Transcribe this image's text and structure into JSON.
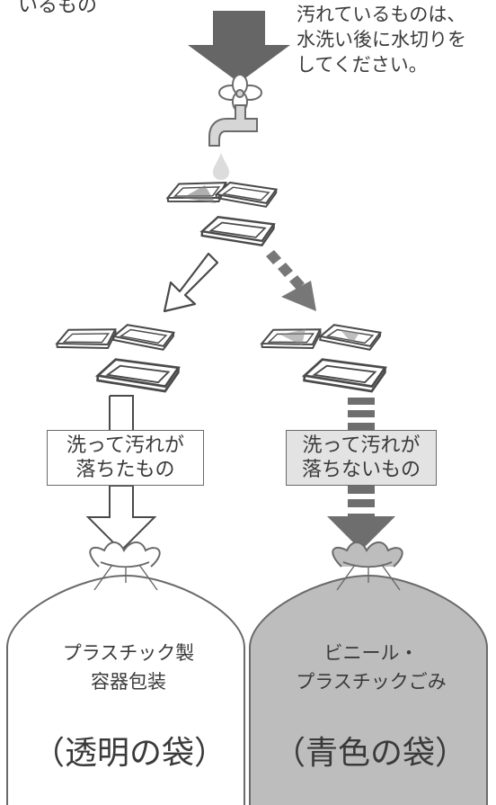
{
  "header": {
    "top_left_fragment": "いるもの",
    "note_lines": [
      "汚れているものは、",
      "水洗い後に水切りを",
      "してください。"
    ]
  },
  "branches": {
    "left_label_lines": [
      "洗って汚れが",
      "落ちたもの"
    ],
    "right_label_lines": [
      "洗って汚れが",
      "落ちないもの"
    ]
  },
  "bags": {
    "left": {
      "lines": [
        "プラスチック製",
        "容器包装"
      ],
      "bag_type": "（透明の袋）",
      "fill": "#ffffff"
    },
    "right": {
      "lines": [
        "ビニール・",
        "プラスチックごみ"
      ],
      "bag_type": "（青色の袋）",
      "fill": "#bdbdbd"
    }
  },
  "colors": {
    "arrow_gray": "#666666",
    "stroke": "#4a4a4a",
    "label_right_bg": "#e3e3e3"
  },
  "icons": [
    "down-arrow-icon",
    "faucet-icon",
    "water-drop-icon",
    "food-tray-icon",
    "outline-arrow-icon",
    "dashed-arrow-icon",
    "garbage-bag-icon"
  ]
}
